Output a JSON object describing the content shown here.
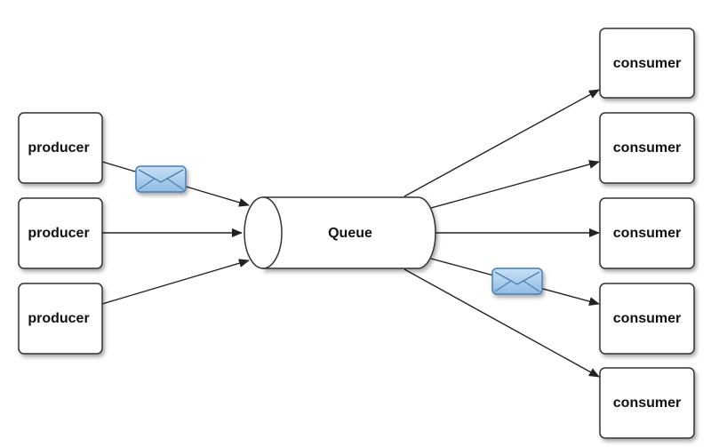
{
  "diagram": {
    "queue": {
      "label": "Queue"
    },
    "producers": [
      {
        "label": "producer"
      },
      {
        "label": "producer"
      },
      {
        "label": "producer"
      }
    ],
    "consumers": [
      {
        "label": "consumer"
      },
      {
        "label": "consumer"
      },
      {
        "label": "consumer"
      },
      {
        "label": "consumer"
      },
      {
        "label": "consumer"
      }
    ],
    "message_icon": "envelope-icon"
  },
  "colors": {
    "box_stroke": "#333333",
    "box_fill": "#ffffff",
    "arrow": "#222222",
    "envelope_fill": "#a9cdee",
    "envelope_stroke": "#4a7fb0"
  }
}
